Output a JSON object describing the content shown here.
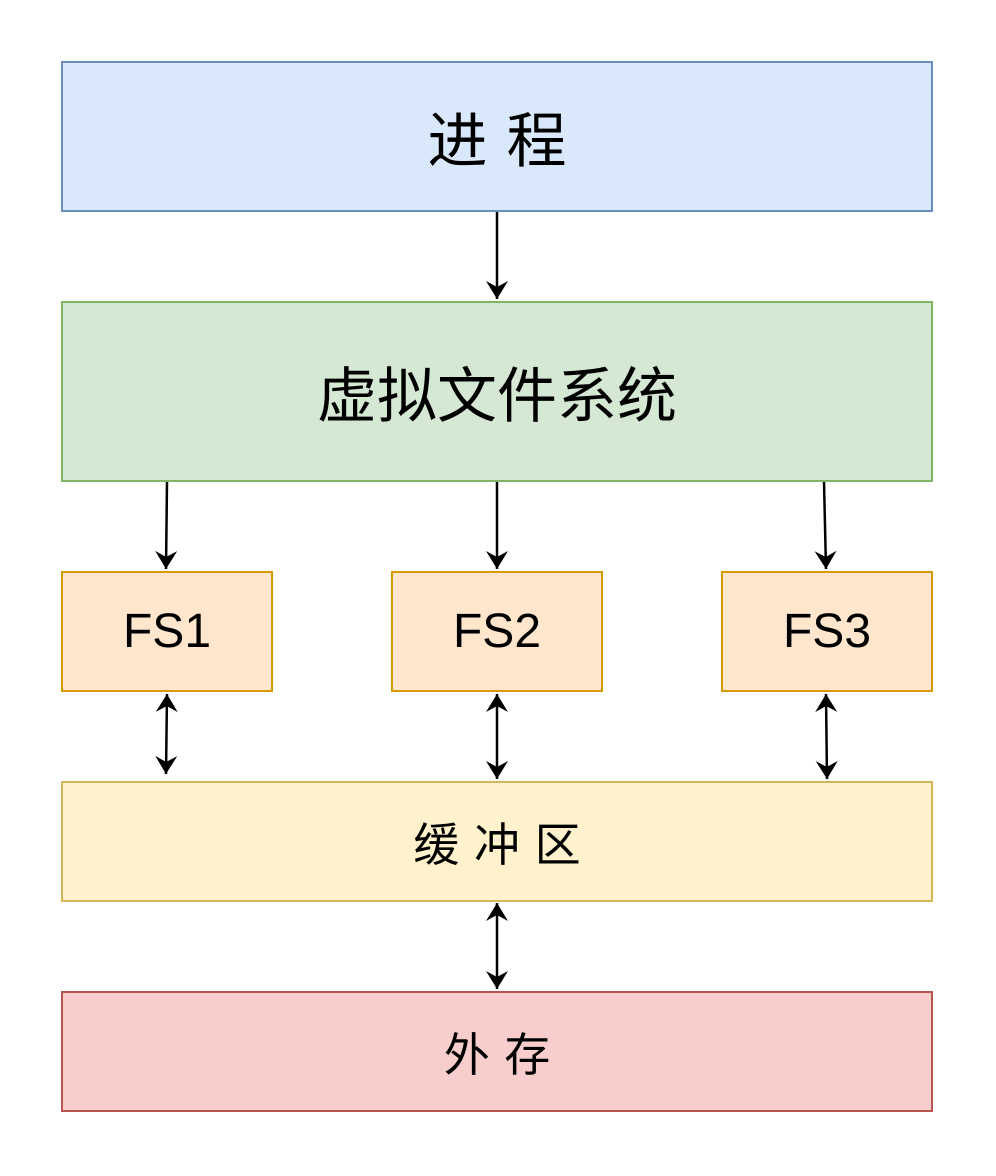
{
  "nodes": {
    "process": "进 程",
    "vfs": "虚拟文件系统",
    "fs1": "FS1",
    "fs2": "FS2",
    "fs3": "FS3",
    "buffer": "缓 冲 区",
    "storage": "外 存"
  },
  "edges": [
    {
      "from": "process",
      "to": "vfs",
      "direction": "one-way"
    },
    {
      "from": "vfs",
      "to": "fs1",
      "direction": "one-way"
    },
    {
      "from": "vfs",
      "to": "fs2",
      "direction": "one-way"
    },
    {
      "from": "vfs",
      "to": "fs3",
      "direction": "one-way"
    },
    {
      "from": "fs1",
      "to": "buffer",
      "direction": "two-way"
    },
    {
      "from": "fs2",
      "to": "buffer",
      "direction": "two-way"
    },
    {
      "from": "fs3",
      "to": "buffer",
      "direction": "two-way"
    },
    {
      "from": "buffer",
      "to": "storage",
      "direction": "two-way"
    }
  ],
  "colors": {
    "process_fill": "#dae8fc",
    "process_border": "#6c8ebf",
    "vfs_fill": "#d5e8d4",
    "vfs_border": "#82b366",
    "fs_fill": "#ffe6cc",
    "fs_border": "#d79b00",
    "buffer_fill": "#fff2cc",
    "buffer_border": "#d6b656",
    "storage_fill": "#f8cecc",
    "storage_border": "#b85450",
    "arrow": "#000000"
  }
}
